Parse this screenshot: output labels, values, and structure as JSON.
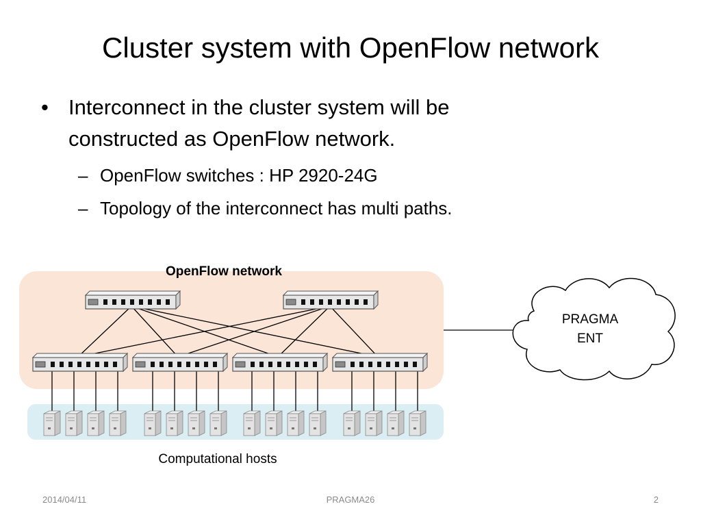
{
  "slide": {
    "title": "Cluster system with OpenFlow network",
    "bullets": [
      {
        "lines": [
          "Interconnect in the cluster system will be",
          "constructed  as OpenFlow network."
        ],
        "subs": [
          "OpenFlow switches : HP 2920-24G",
          "Topology of the interconnect has multi paths."
        ]
      }
    ]
  },
  "diagram": {
    "network_label": "OpenFlow network",
    "hosts_label": "Computational hosts",
    "cloud_label_lines": [
      "PRAGMA",
      "ENT"
    ],
    "colors": {
      "network_bg": "#fbe5d6",
      "hosts_bg": "#dbeef4",
      "switch_fill": "#e7e7e7"
    },
    "icons": {
      "switch": "network-switch-icon",
      "host": "server-host-icon"
    }
  },
  "footer": {
    "date": "2014/04/11",
    "center": "PRAGMA26",
    "page": "2"
  }
}
